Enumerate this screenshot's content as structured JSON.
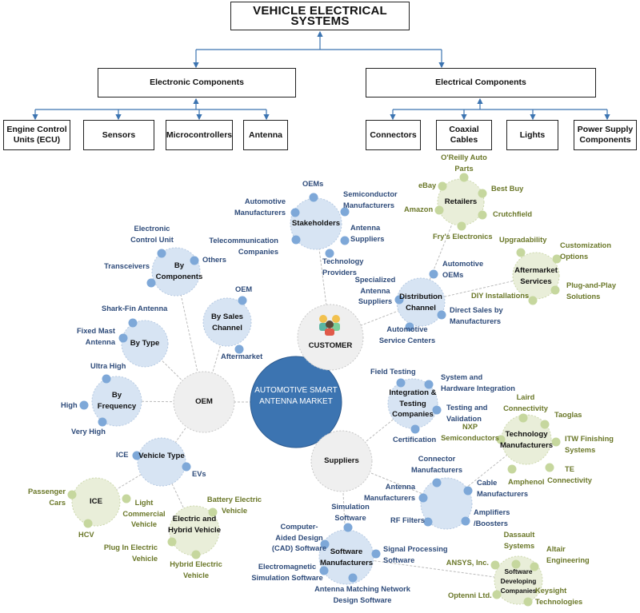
{
  "hierarchy": {
    "title": "VEHICLE ELECTRICAL SYSTEMS",
    "electronic": {
      "label": "Electronic Components",
      "children": [
        "Engine Control Units (ECU)",
        "Sensors",
        "Microcontrollers",
        "Antenna"
      ]
    },
    "electrical": {
      "label": "Electrical Components",
      "children": [
        "Connectors",
        "Coaxial Cables",
        "Lights",
        "Power Supply Components"
      ]
    }
  },
  "colors": {
    "market": "#3c74b1",
    "hub": "#efefef",
    "blue_node": "#d7e4f3",
    "blue_dot": "#7ea8d8",
    "green_node": "#e9eed9",
    "green_dot": "#c6d79e",
    "blue_text": "#2e4b7a",
    "green_text": "#6a7728"
  },
  "market": "AUTOMOTIVE SMART ANTENNA MARKET",
  "customer": {
    "label": "CUSTOMER",
    "icon": "people-group-icon",
    "stakeholders": {
      "label": "Stakeholders",
      "items": [
        "OEMs",
        "Automotive Manufacturers",
        "Semiconductor Manufacturers",
        "Telecommunication Companies",
        "Antenna Suppliers",
        "Technology Providers"
      ]
    },
    "distribution": {
      "label": "Distribution Channel",
      "items": [
        "Automotive OEMs",
        "Specialized Antenna Suppliers",
        "Direct Sales by Manufacturers",
        "Automotive Service Centers"
      ]
    },
    "retailers": {
      "label": "Retailers",
      "items": [
        "O'Reilly Auto Parts",
        "eBay",
        "Best Buy",
        "Amazon",
        "Crutchfield",
        "Fry's Electronics"
      ]
    },
    "aftermarket": {
      "label": "Aftermarket Services",
      "items": [
        "Upgradability",
        "Customization Options",
        "DIY Installations",
        "Plug-and-Play Solutions"
      ]
    }
  },
  "oem": {
    "label": "OEM",
    "components": {
      "label": "By Components",
      "items": [
        "Electronic Control Unit",
        "Others",
        "Transceivers"
      ]
    },
    "sales": {
      "label": "By Sales Channel",
      "items": [
        "OEM",
        "Aftermarket"
      ]
    },
    "type": {
      "label": "By Type",
      "items": [
        "Shark-Fin Antenna",
        "Fixed Mast Antenna"
      ]
    },
    "frequency": {
      "label": "By Frequency",
      "items": [
        "Ultra High",
        "High",
        "Very High"
      ]
    },
    "vehicle": {
      "label": "Vehicle Type",
      "items": [
        "ICE",
        "EVs"
      ]
    },
    "ice": {
      "label": "ICE",
      "items": [
        "Passenger Cars",
        "Light Commercial Vehicle",
        "HCV"
      ]
    },
    "ev": {
      "label": "Electric and Hybrid Vehicle",
      "items": [
        "Battery Electric Vehicle",
        "Plug In Electric Vehicle",
        "Hybrid Electric Vehicle"
      ]
    }
  },
  "suppliers": {
    "label": "Suppliers",
    "integration": {
      "label": "Integration & Testing Companies",
      "items": [
        "Field Testing",
        "System and Hardware Integration",
        "Testing and Validation",
        "Certification"
      ]
    },
    "tech": {
      "label": "Technology Manufacturers",
      "items": [
        "Laird Connectivity",
        "Taoglas",
        "NXP Semiconductors",
        "ITW Finishing Systems",
        "TE Connectivity",
        "Amphenol"
      ]
    },
    "hardware": {
      "items": [
        "Connector Manufacturers",
        "Antenna Manufacturers",
        "Cable Manufacturers",
        "RF Filters",
        "Amplifiers /Boosters"
      ]
    },
    "software": {
      "label": "Software Manufacturers",
      "items": [
        "Simulation Software",
        "Computer-Aided Design (CAD) Software",
        "Signal Processing Software",
        "Electromagnetic Simulation Software",
        "Antenna Matching Network Design Software"
      ]
    },
    "softdev": {
      "label": "Software Developing Companies",
      "items": [
        "Dassault Systems",
        "Altair Engineering",
        "ANSYS, Inc.",
        "Optenni Ltd.",
        "Keysight Technologies"
      ]
    }
  }
}
